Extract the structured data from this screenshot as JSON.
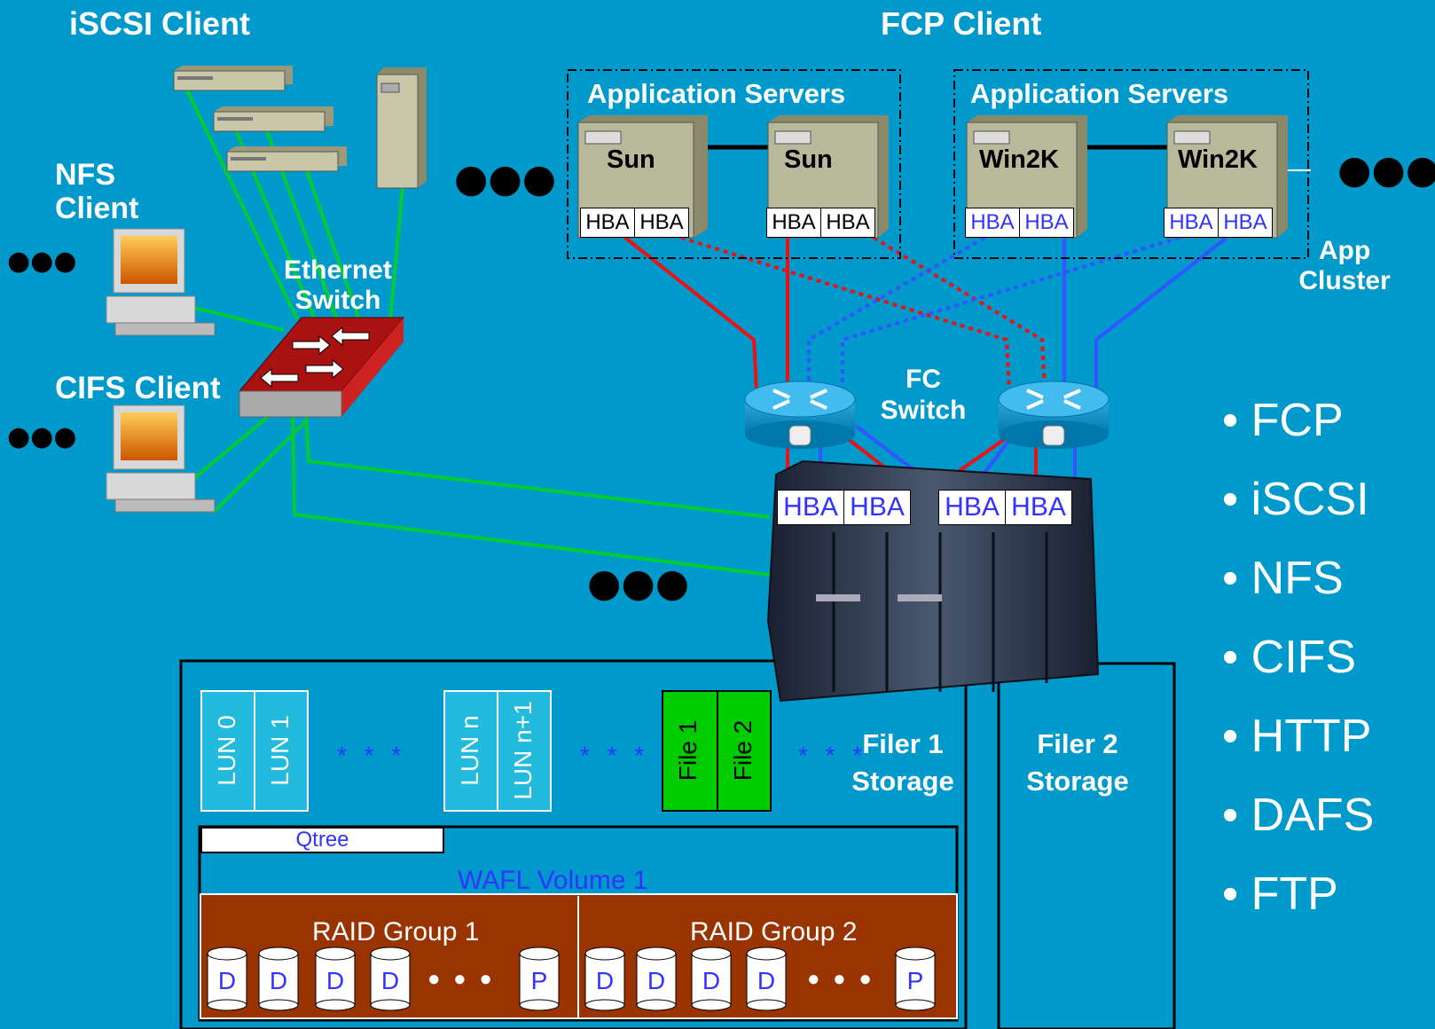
{
  "labels": {
    "iscsi_client": "iSCSI Client",
    "fcp_client": "FCP Client",
    "nfs_client_line1": "NFS",
    "nfs_client_line2": "Client",
    "cifs_client": "CIFS Client",
    "ethernet_switch_line1": "Ethernet",
    "ethernet_switch_line2": "Switch",
    "fc_switch_line1": "FC",
    "fc_switch_line2": "Switch",
    "app_cluster_line1": "App",
    "app_cluster_line2": "Cluster",
    "filer1_line1": "Filer 1",
    "filer1_line2": "Storage",
    "filer2_line1": "Filer 2",
    "filer2_line2": "Storage"
  },
  "server_groups": [
    {
      "title": "Application Servers",
      "servers": [
        "Sun",
        "Sun"
      ]
    },
    {
      "title": "Application Servers",
      "servers": [
        "Win2K",
        "Win2K"
      ]
    }
  ],
  "hba_label": "HBA",
  "ellipsis_big": "●●●",
  "ellipsis_small": "●●●",
  "luns": [
    "LUN 0",
    "LUN 1",
    "LUN n",
    "LUN n+1"
  ],
  "files": [
    "File 1",
    "File 2"
  ],
  "star_sep": "* * *",
  "qtree": "Qtree",
  "wafl_volume": "WAFL Volume 1",
  "raid_groups": [
    {
      "name": "RAID Group 1",
      "disks": [
        "D",
        "D",
        "D",
        "D",
        "P"
      ]
    },
    {
      "name": "RAID Group 2",
      "disks": [
        "D",
        "D",
        "D",
        "D",
        "P"
      ]
    }
  ],
  "disk_sep": "● ● ●",
  "protocols": [
    "FCP",
    "iSCSI",
    "NFS",
    "CIFS",
    "HTTP",
    "DAFS",
    "FTP"
  ],
  "colors": {
    "background": "#0099cc",
    "ethernet_link": "#00cc33",
    "fc_link_red": "#ee1111",
    "fc_link_blue": "#3355ff",
    "raid_fill": "#993300",
    "file_fill": "#00cc00",
    "lun_fill": "#22bbdd"
  },
  "icons": [
    "rack-server-icon",
    "tower-server-icon",
    "desktop-pc-icon",
    "ethernet-switch-icon",
    "fc-router-icon",
    "storage-rack-icon",
    "disk-icon"
  ]
}
